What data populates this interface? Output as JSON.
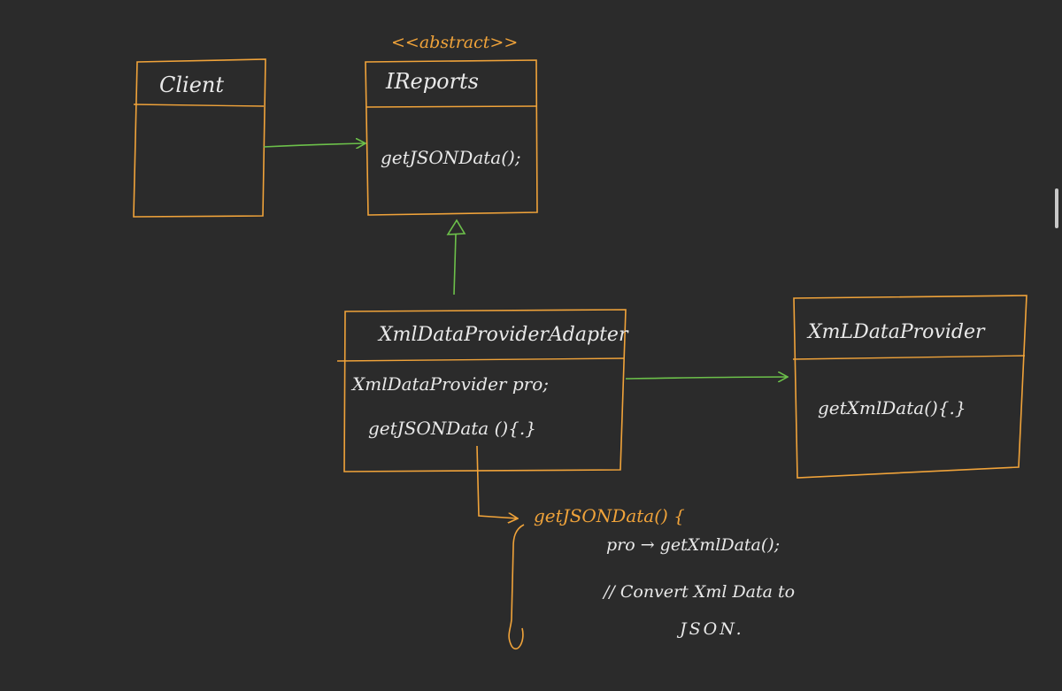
{
  "colors": {
    "background": "#2b2b2b",
    "box_stroke": "#f0a33a",
    "arrow_stroke": "#6cc04a",
    "text_white": "#e9e9e9",
    "text_orange": "#f0a33a"
  },
  "stereotype": "<<abstract>>",
  "client": {
    "title": "Client"
  },
  "ireports": {
    "title": "IReports",
    "method": "getJSONData();"
  },
  "adapter": {
    "title": "XmlDataProviderAdapter",
    "field": "XmlDataProvider pro;",
    "method": "getJSONData (){.}"
  },
  "provider": {
    "title": "XmLDataProvider",
    "method": "getXmlData(){.}"
  },
  "note": {
    "header": "getJSONData() {",
    "line1": "pro → getXmlData();",
    "line2": "// Convert Xml Data to",
    "line3": "JSON."
  }
}
